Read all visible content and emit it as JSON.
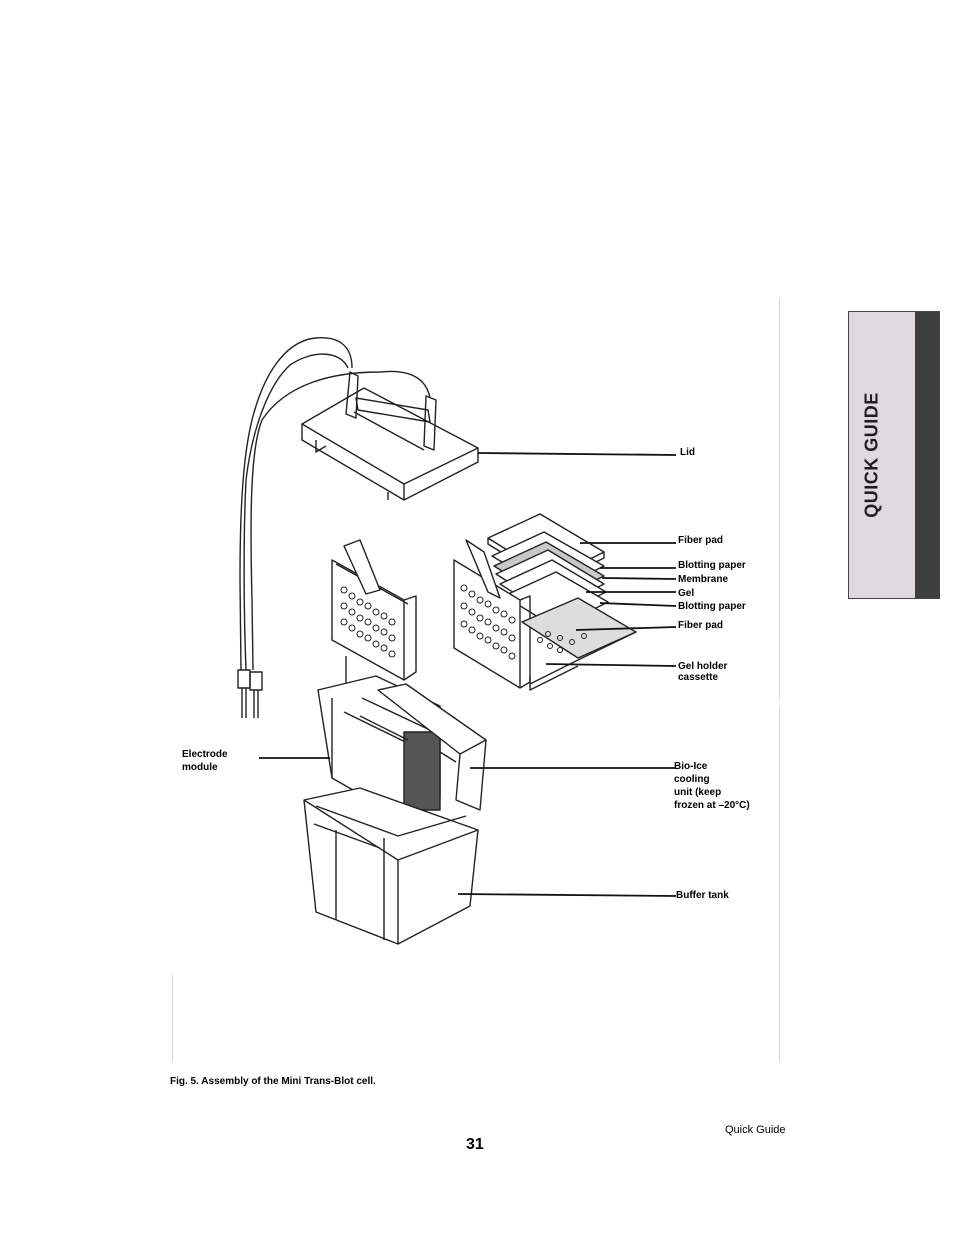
{
  "side_tab": {
    "text": "QUICK GUIDE"
  },
  "labels": {
    "lid": "Lid",
    "fiber_pad_top": "Fiber pad",
    "blotting_paper_top": "Blotting paper",
    "membrane": "Membrane",
    "gel": "Gel",
    "blotting_paper_bottom": "Blotting paper",
    "fiber_pad_bottom": "Fiber pad",
    "gel_holder_1": "Gel holder",
    "gel_holder_2": "cassette",
    "electrode_1": "Electrode",
    "electrode_2": "module",
    "bioice_1": "Bio-Ice",
    "bioice_2": "cooling",
    "bioice_3": "unit (keep",
    "bioice_4": "frozen at –20°C)",
    "buffer_tank": "Buffer tank"
  },
  "caption": "Fig. 5.  Assembly of the Mini Trans-Blot cell.",
  "footer": {
    "section": "Quick Guide",
    "page_number": "31"
  }
}
